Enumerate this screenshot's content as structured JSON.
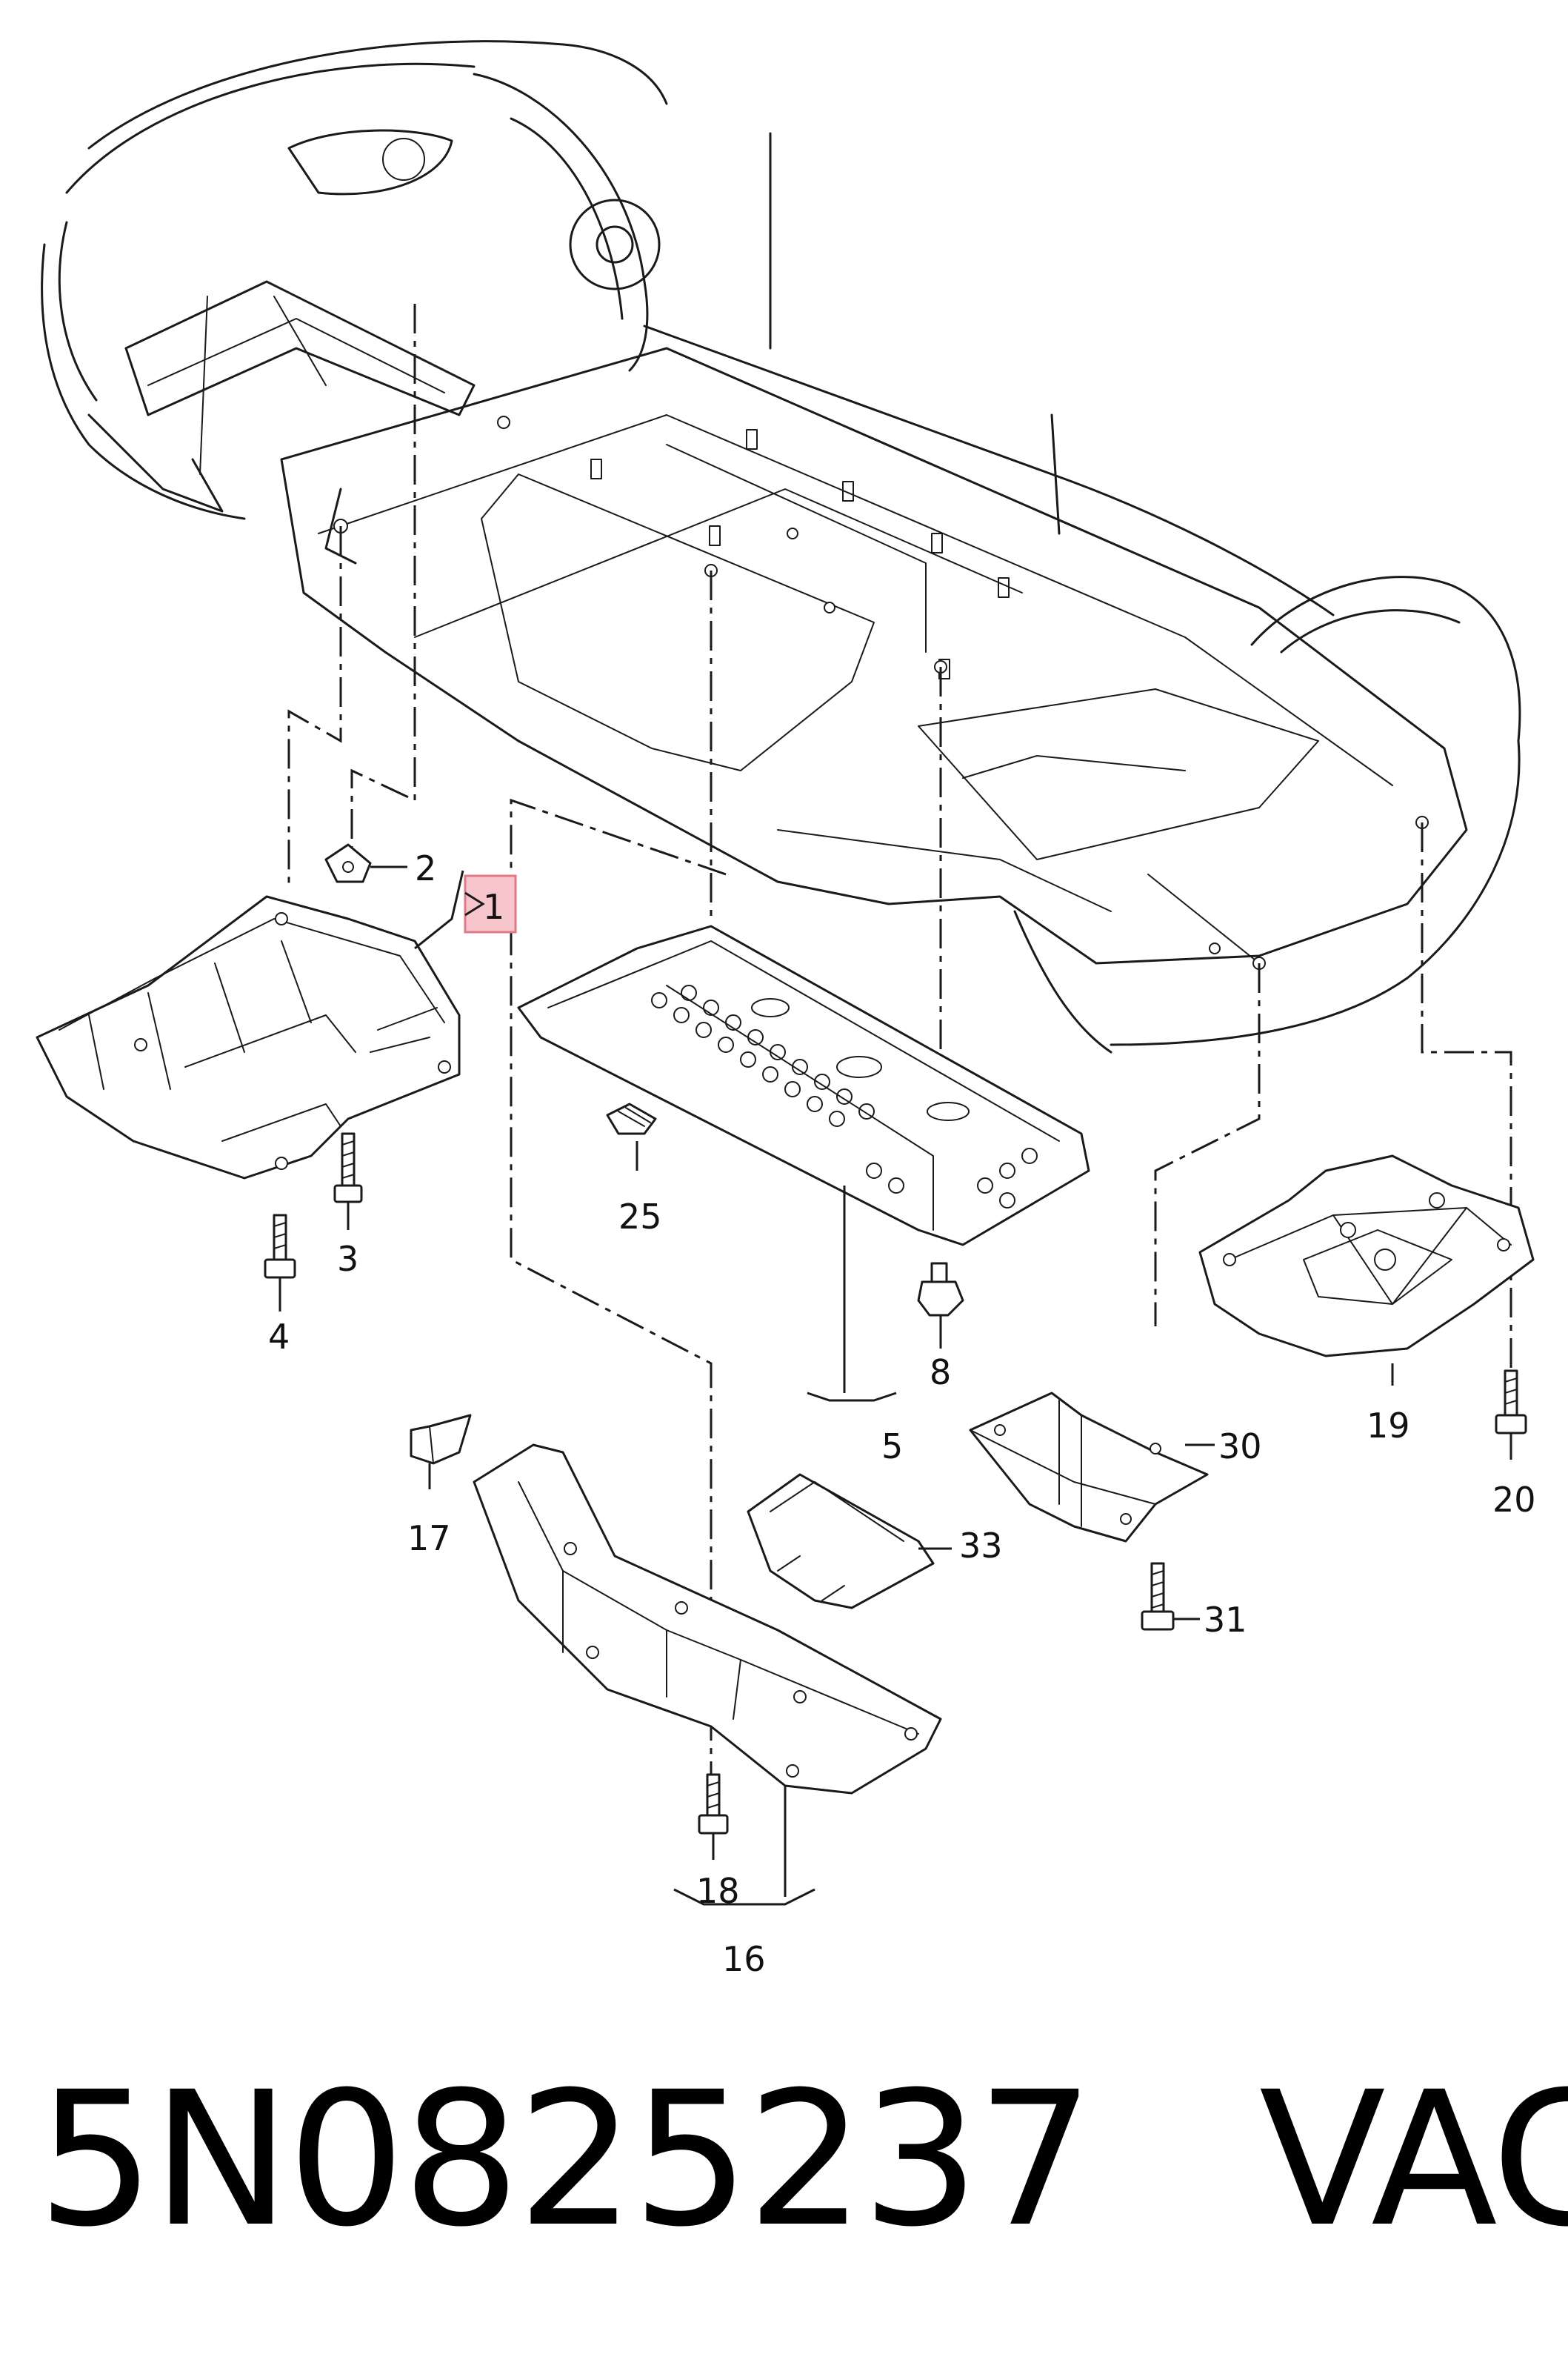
{
  "diagram": {
    "callouts": [
      "1",
      "2",
      "3",
      "4",
      "5",
      "8",
      "16",
      "17",
      "18",
      "19",
      "20",
      "25",
      "30",
      "31",
      "33"
    ],
    "highlighted_callout": "1",
    "highlight_color": "#f7c6cc",
    "line_color": "#1a1a1a"
  },
  "caption": {
    "part_number": "5N0825237",
    "brand": "VAG"
  }
}
